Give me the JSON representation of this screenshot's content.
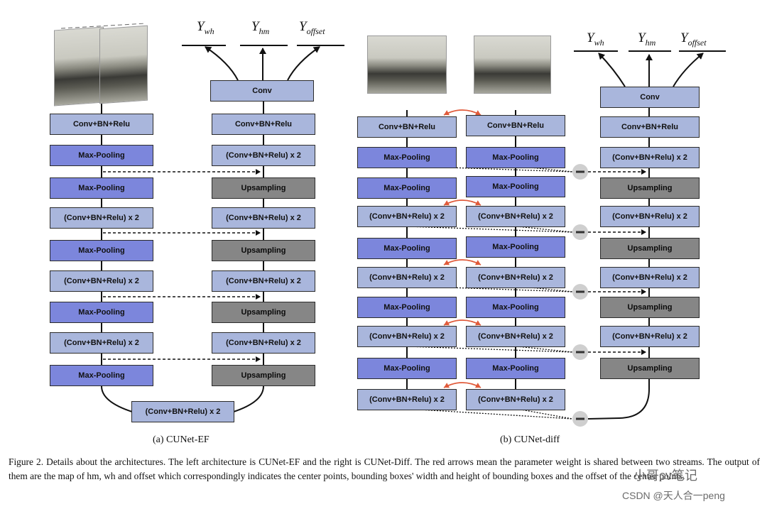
{
  "outputs": {
    "wh": "wh",
    "hm": "hm",
    "offset": "offset"
  },
  "labels": {
    "conv": "Conv",
    "conv_bn_relu": "Conv+BN+Relu",
    "max_pooling": "Max-Pooling",
    "conv_bn_relu_x2": "(Conv+BN+Relu) x 2",
    "upsampling": "Upsampling",
    "minus": "−"
  },
  "captions": {
    "a": "(a) CUNet-EF",
    "b": "(b) CUNet-diff"
  },
  "figure_caption": "Figure 2.  Details about the architectures. The left architecture is CUNet-EF and the right is CUNet-Diff. The red arrows mean the parameter weight is shared between two streams. The output of them are the map of hm, wh and offset which correspondingly indicates the center points, bounding boxes' width and height of bounding boxes and the offset of the center points.",
  "watermark": {
    "top": "小哥cv笔记",
    "bottom": "CSDN @天人合一peng"
  },
  "colors": {
    "light_block": "#a9b6dc",
    "dark_block": "#7c86dc",
    "upsampling_block": "#868686",
    "shared_arrow": "#e05a3a"
  }
}
